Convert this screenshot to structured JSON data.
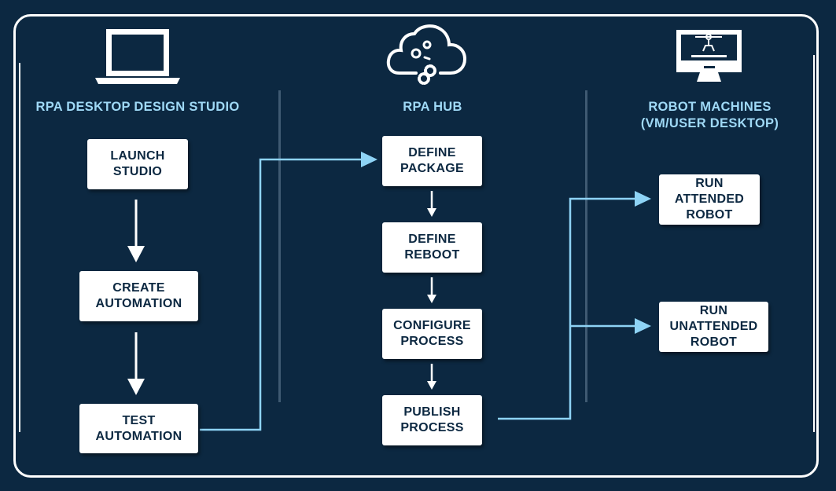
{
  "colors": {
    "background": "#0c2841",
    "accent": "#8ed3f5",
    "divider": "#3f5a72",
    "box": "#ffffff",
    "box_text": "#0c2841"
  },
  "columns": [
    {
      "title": "RPA DESKTOP DESIGN STUDIO",
      "icon": "laptop-icon"
    },
    {
      "title": "RPA HUB",
      "icon": "cloud-gears-icon"
    },
    {
      "title": "ROBOT MACHINES\n(VM/USER DESKTOP)",
      "icon": "monitor-robot-arm-icon"
    }
  ],
  "studio_steps": {
    "launch": "LAUNCH\nSTUDIO",
    "create": "CREATE\nAUTOMATION",
    "test": "TEST\nAUTOMATION"
  },
  "hub_steps": {
    "package": "DEFINE\nPACKAGE",
    "reboot": "DEFINE\nREBOOT",
    "configure": "CONFIGURE\nPROCESS",
    "publish": "PUBLISH\nPROCESS"
  },
  "robot_steps": {
    "attended": "RUN\nATTENDED\nROBOT",
    "unattended": "RUN\nUNATTENDED\nROBOT"
  }
}
